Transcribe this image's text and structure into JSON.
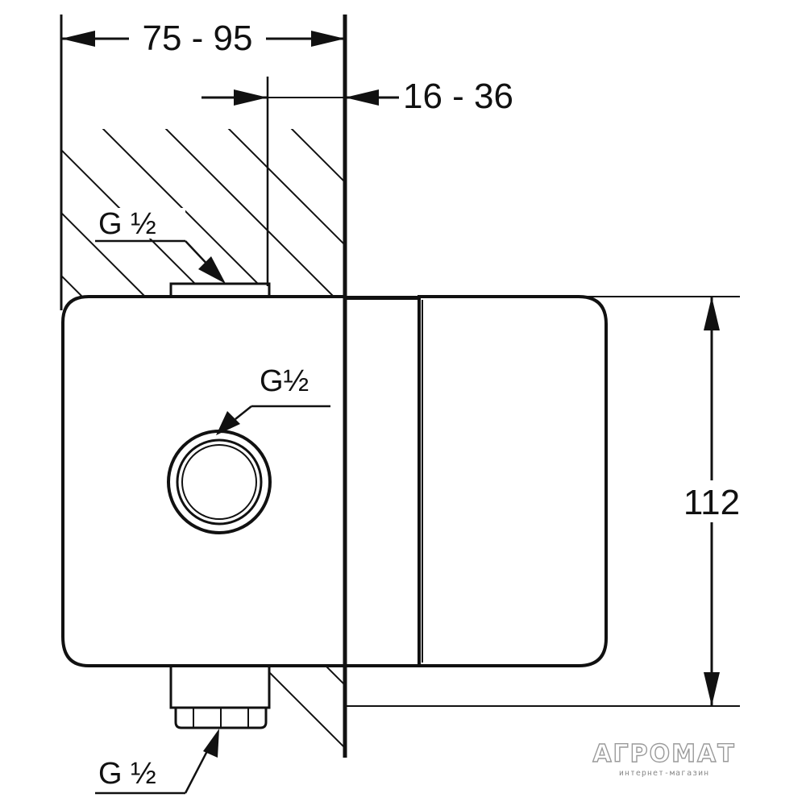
{
  "dimensions": {
    "top_overall": "75 - 95",
    "wall_offset": "16 - 36",
    "height": "112"
  },
  "connections": {
    "top": "G 1/2",
    "front": "G1/2",
    "bottom": "G 1/2"
  },
  "watermark": {
    "brand": "АГРОМАТ",
    "tagline": "интернет-магазин"
  },
  "colors": {
    "line": "#111111",
    "background": "#ffffff",
    "watermark": "#9a9a9a"
  }
}
